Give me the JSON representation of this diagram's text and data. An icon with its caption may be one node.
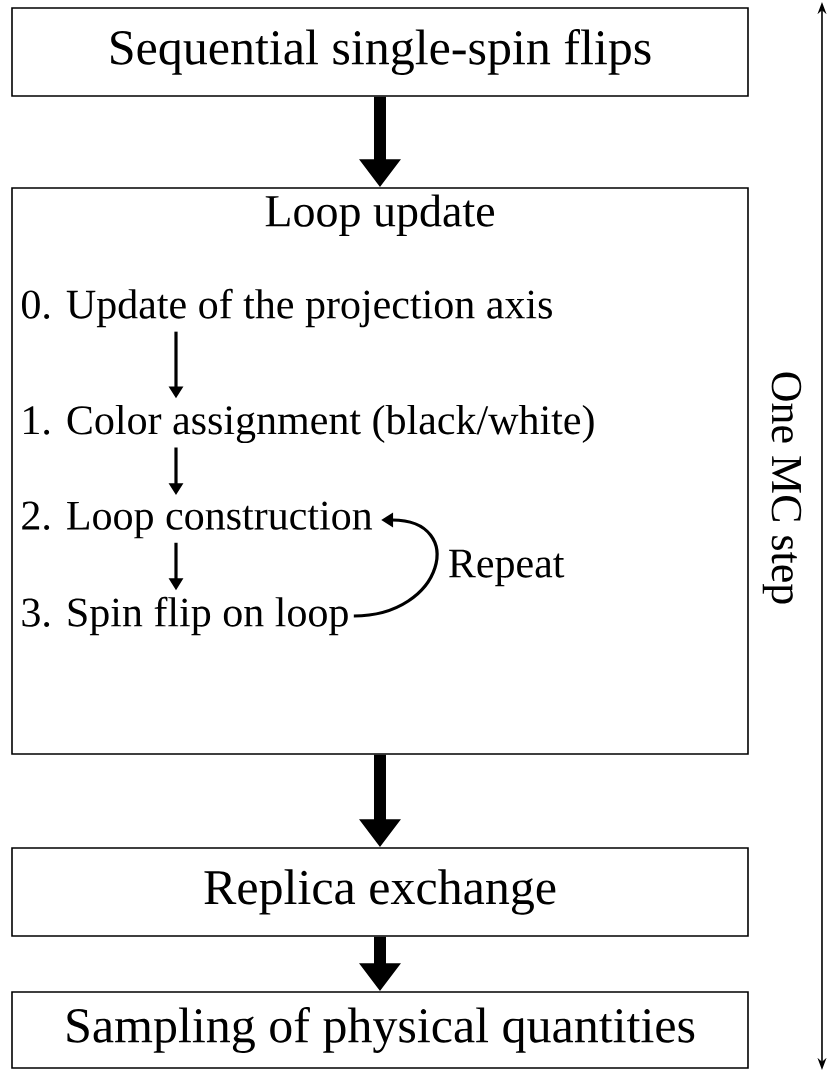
{
  "diagram": {
    "nodes": [
      {
        "text": [
          "Sequential single-spin flips"
        ]
      },
      {
        "text": [
          "Loop update"
        ]
      },
      {
        "text": [
          "0. Update of the projection axis"
        ],
        "in": 1
      },
      {
        "text": [
          "1. Color assignment (black/white)"
        ],
        "in": 1
      },
      {
        "text": [
          "2. Loop construction"
        ],
        "in": 1
      },
      {
        "text": [
          "3. Spin flip on loop"
        ],
        "in": 1
      },
      {
        "text": [
          "Replica exchange"
        ]
      },
      {
        "text": [
          "Sampling of physical quantities"
        ]
      }
    ],
    "edges": [
      {
        "from": 0,
        "to": 1,
        "arrow": "to",
        "style": "thick"
      },
      {
        "from": 2,
        "to": 3,
        "arrow": "to"
      },
      {
        "from": 3,
        "to": 4,
        "arrow": "to"
      },
      {
        "from": 4,
        "to": 5,
        "arrow": "to"
      },
      {
        "from": 5,
        "to": 4,
        "arrow": "to",
        "label": "Repeat"
      },
      {
        "from": 1,
        "to": 6,
        "arrow": "to",
        "style": "thick"
      },
      {
        "from": 6,
        "to": 7,
        "arrow": "to",
        "style": "thick"
      }
    ],
    "labels": [
      "One MC step"
    ]
  }
}
